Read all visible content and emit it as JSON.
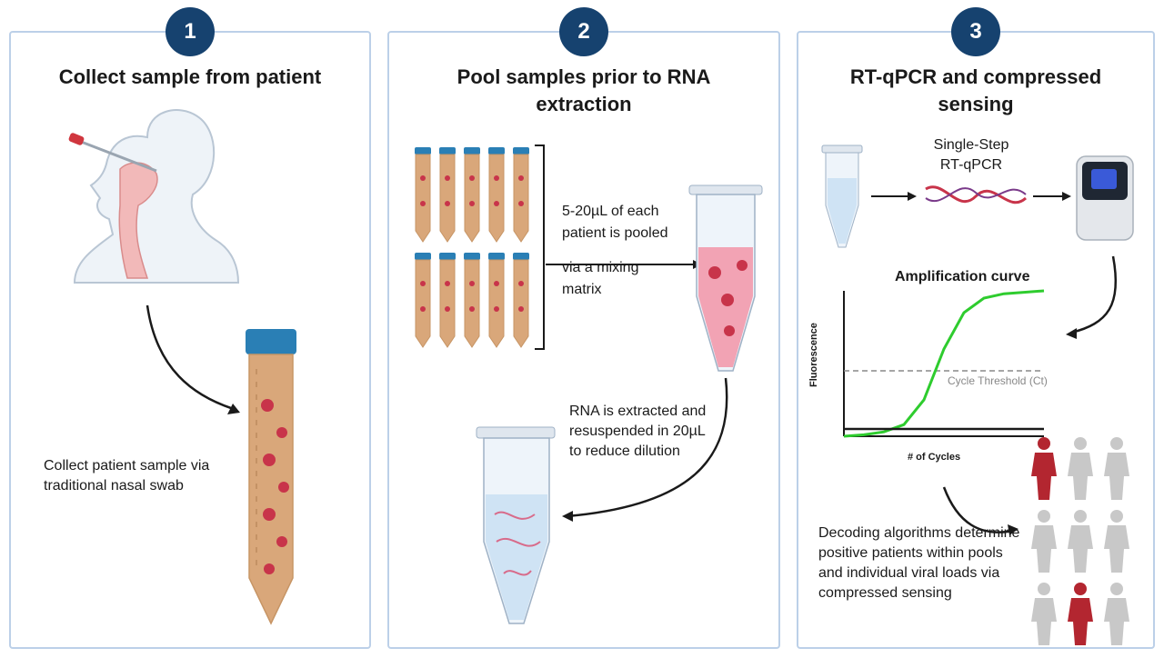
{
  "panels": [
    {
      "number": "1",
      "title": "Collect sample from patient",
      "caption": "Collect patient sample via traditional nasal swab"
    },
    {
      "number": "2",
      "title": "Pool samples prior to RNA extraction",
      "pool_caption_line1": "5-20µL of each",
      "pool_caption_line2": "patient is pooled",
      "pool_caption_line3": "via a mixing",
      "pool_caption_line4": "matrix",
      "extract_caption": "RNA is extracted and resuspended in 20µL to reduce dilution"
    },
    {
      "number": "3",
      "title": "RT-qPCR and compressed sensing",
      "pcr_label_line1": "Single-Step",
      "pcr_label_line2": "RT-qPCR",
      "chart_title": "Amplification curve",
      "ylabel": "Fluorescence",
      "xlabel": "# of Cycles",
      "threshold_label": "Cycle Threshold (Ct)",
      "decode_caption": "Decoding algorithms determine positive patients within pools and individual viral loads via compressed sensing"
    }
  ],
  "colors": {
    "badge": "#16426f",
    "border": "#bcd0e8",
    "tube_cap": "#2a7fb5",
    "tube_body": "#d9a77a",
    "virus": "#c8344a",
    "curve_positive": "#2ecc2e",
    "person_positive": "#b32630",
    "person_negative": "#c8c8c8"
  },
  "chart_data": {
    "type": "line",
    "title": "Amplification curve",
    "xlabel": "# of Cycles",
    "ylabel": "Fluorescence",
    "threshold": {
      "label": "Cycle Threshold (Ct)",
      "value": 0.45
    },
    "series": [
      {
        "x": [
          0,
          10,
          20,
          30,
          40,
          50,
          60,
          70,
          80,
          90,
          100
        ],
        "y": [
          0.0,
          0.01,
          0.03,
          0.08,
          0.25,
          0.6,
          0.85,
          0.95,
          0.98,
          0.99,
          1.0
        ]
      },
      {
        "x": [
          0,
          100
        ],
        "y": [
          0.05,
          0.05
        ]
      }
    ],
    "grid": false
  }
}
